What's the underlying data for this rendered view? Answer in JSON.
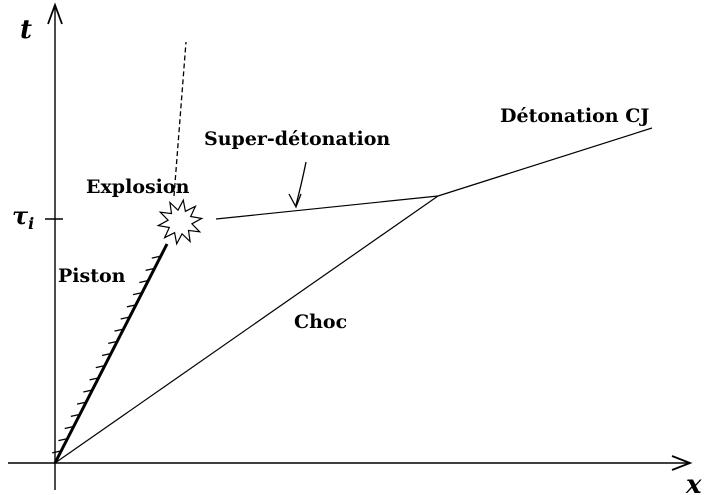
{
  "axes": {
    "t_label": "t",
    "x_label": "x",
    "tau_label": "τ",
    "tau_subscript": "i"
  },
  "labels": {
    "explosion": "Explosion",
    "piston": "Piston",
    "super_detonation": "Super-détonation",
    "detonation_cj": "Détonation CJ",
    "choc": "Choc"
  },
  "colors": {
    "ink": "#000000",
    "background": "#ffffff"
  }
}
